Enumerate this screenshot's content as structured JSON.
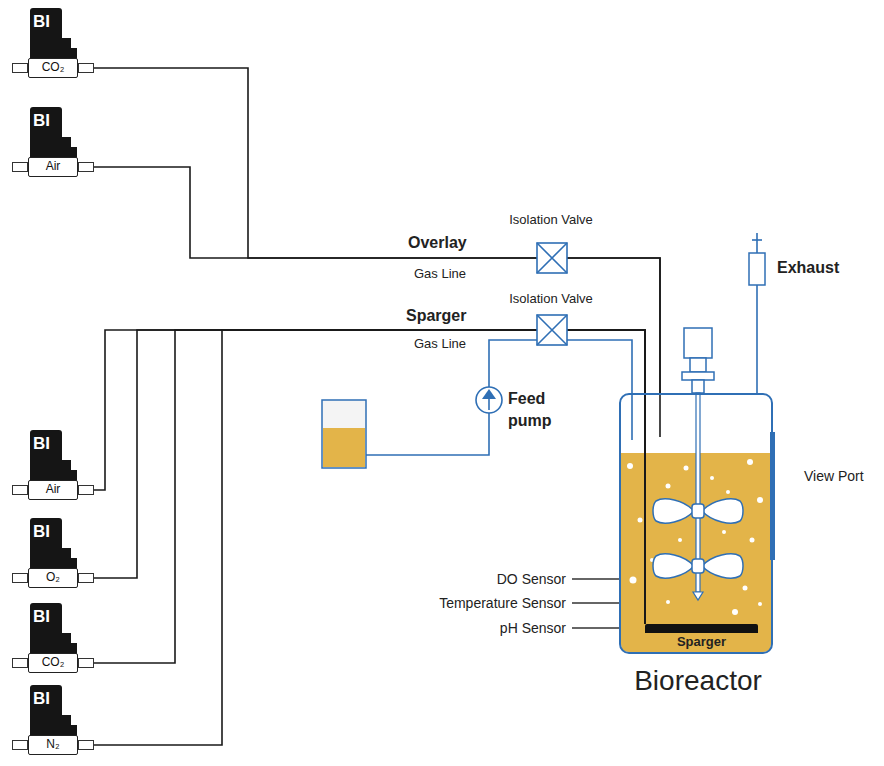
{
  "diagram": {
    "nodes": [
      {
        "text": [
          "BI",
          "CO₂"
        ]
      },
      {
        "text": [
          "BI",
          "Air"
        ]
      },
      {
        "text": [
          "BI",
          "Air"
        ]
      },
      {
        "text": [
          "BI",
          "O₂"
        ]
      },
      {
        "text": [
          "BI",
          "CO₂"
        ]
      },
      {
        "text": [
          "BI",
          "N₂"
        ]
      },
      {
        "text": [
          "Bioreactor"
        ]
      },
      {
        "text": [
          "Sparger"
        ],
        "in": 6
      }
    ],
    "edges": [
      {
        "from": 0,
        "to": 6,
        "arrow": "none"
      },
      {
        "from": 1,
        "to": 6,
        "arrow": "none"
      },
      {
        "from": 2,
        "to": 7,
        "arrow": "none"
      },
      {
        "from": 3,
        "to": 7,
        "arrow": "none"
      },
      {
        "from": 4,
        "to": 7,
        "arrow": "none"
      },
      {
        "from": 5,
        "to": 7,
        "arrow": "none"
      }
    ],
    "labels": [
      "Isolation Valve",
      "Overlay",
      "Gas Line",
      "Isolation Valve",
      "Sparger",
      "Gas Line",
      "Feed pump",
      "Exhaust",
      "View Port",
      "DO Sensor",
      "Temperature Sensor",
      "pH Sensor"
    ]
  }
}
